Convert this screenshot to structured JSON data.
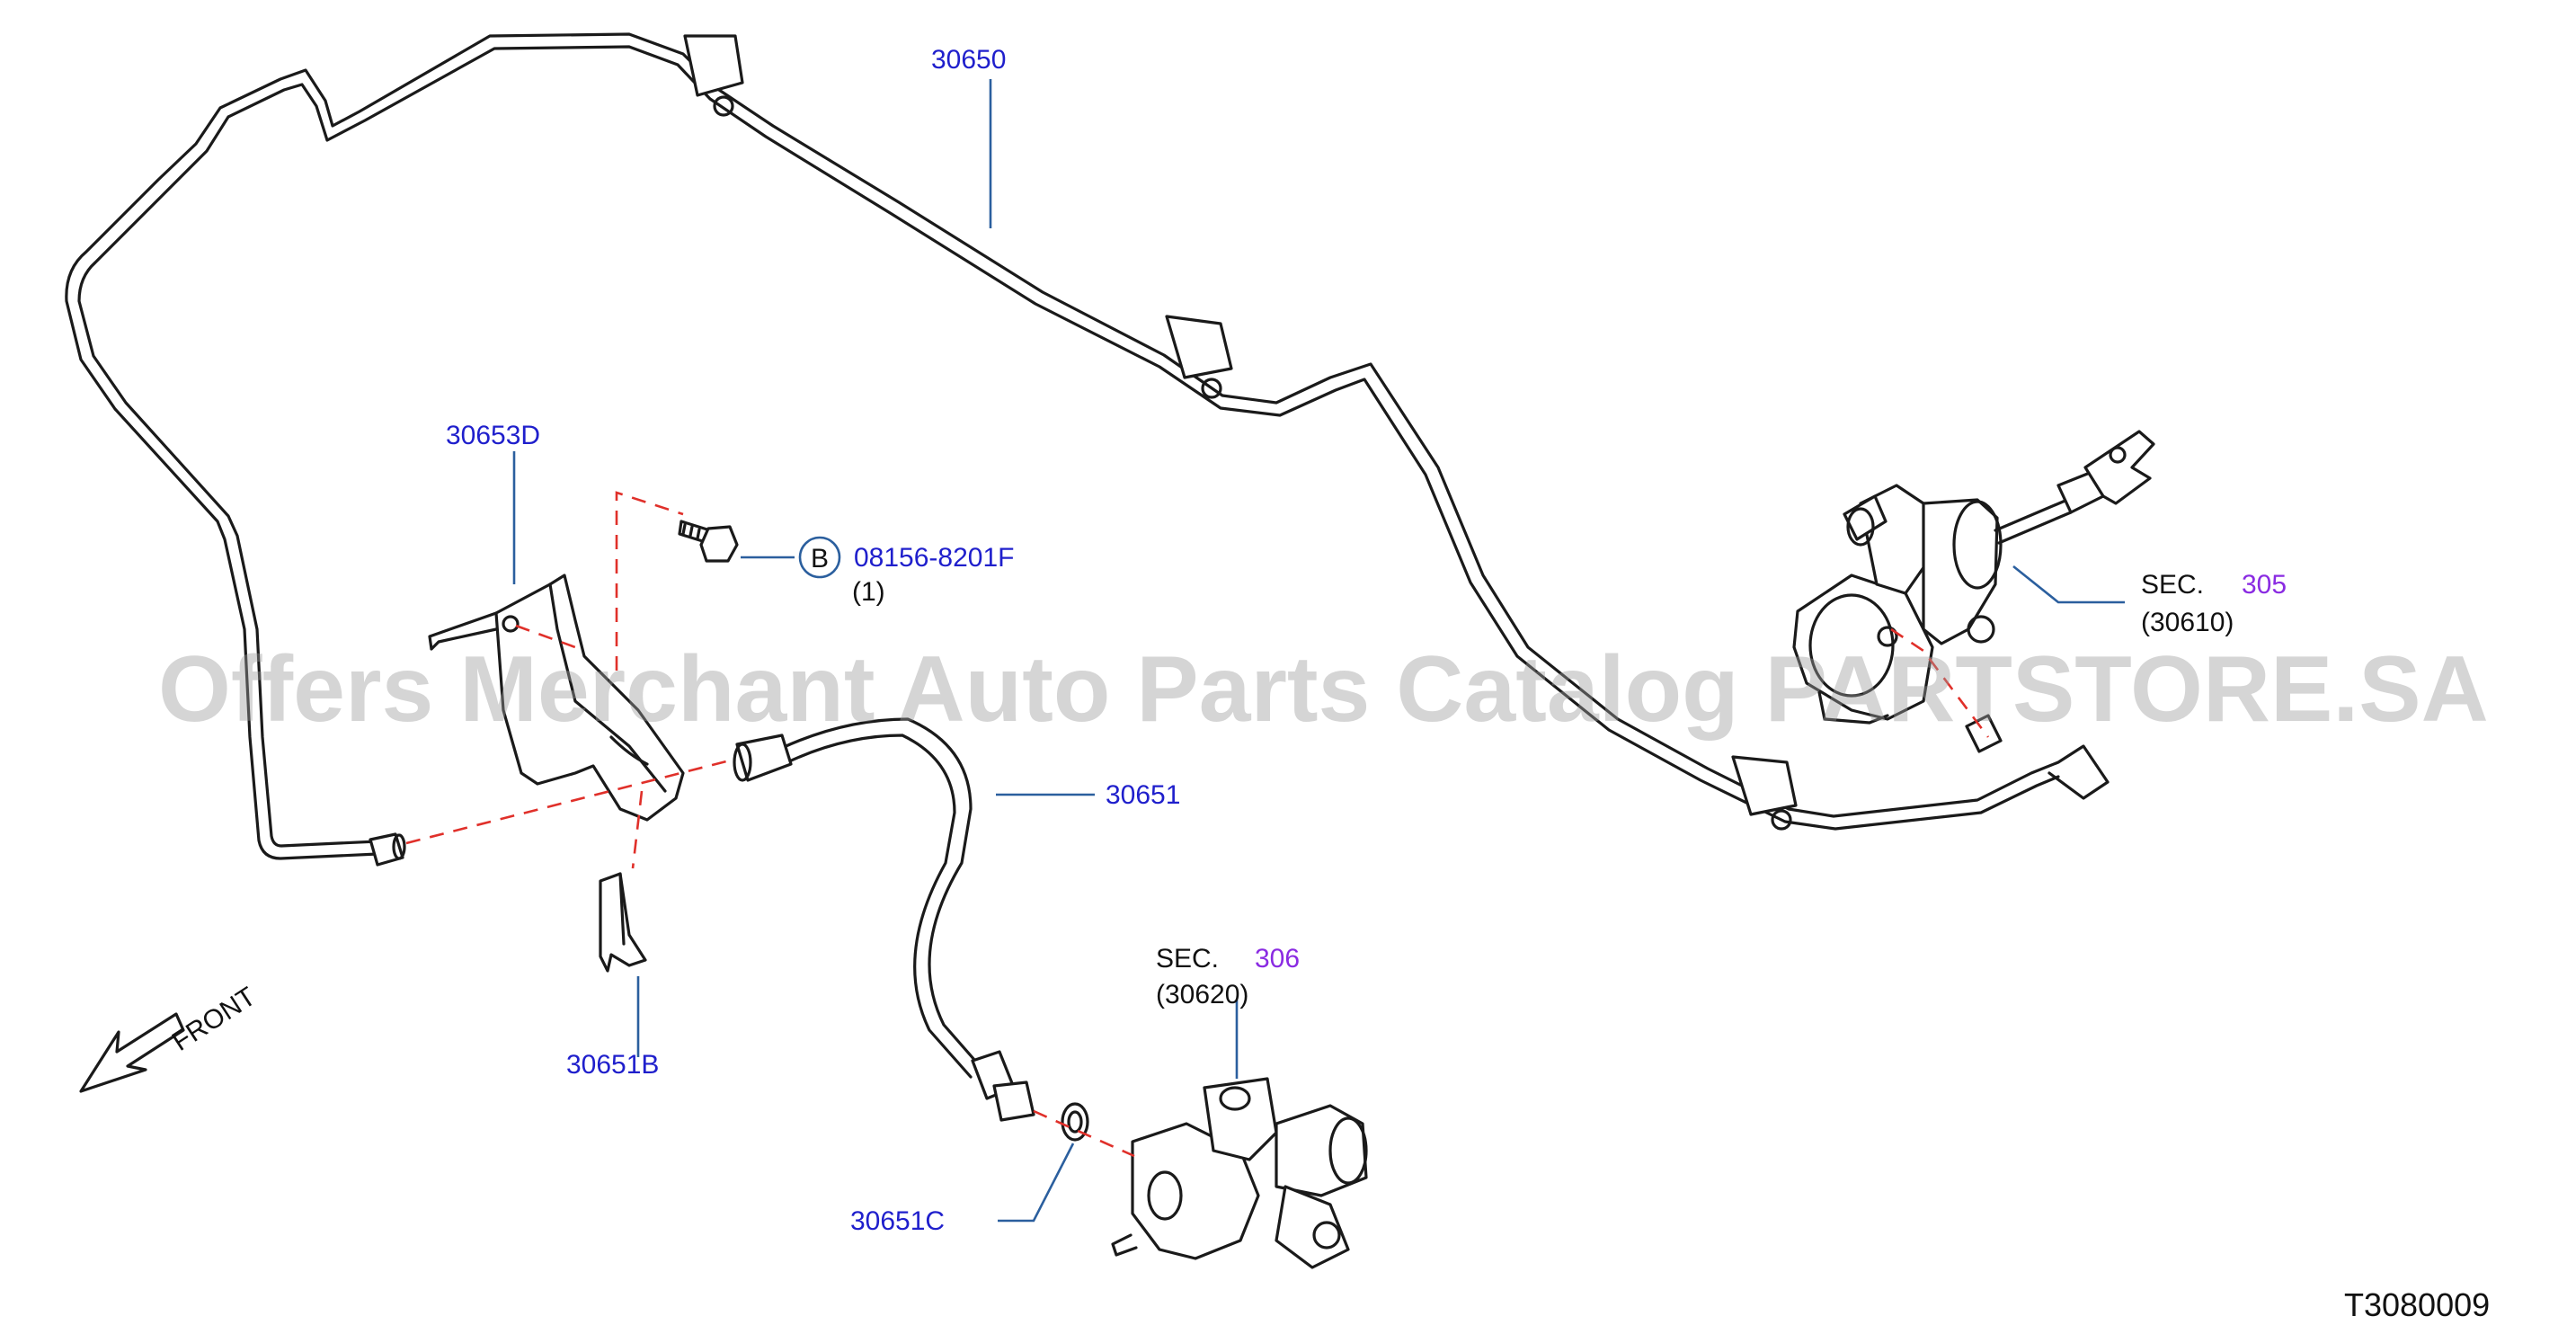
{
  "parts": {
    "tube": "30650",
    "bracket": "30653D",
    "bolt": "08156-8201F",
    "bolt_qty": "(1)",
    "bolt_marker": "B",
    "hose": "30651",
    "clip": "30651B",
    "washer": "30651C"
  },
  "refs": {
    "master": {
      "sec_label": "SEC.",
      "sec_num": "305",
      "part": "(30610)"
    },
    "operating": {
      "sec_label": "SEC.",
      "sec_num": "306",
      "part": "(30620)"
    }
  },
  "front_label": "FRONT",
  "watermark": "Offers Merchant Auto Parts Catalog PARTSTORE.SA",
  "diagram_id": "T3080009",
  "colors": {
    "part_number": "#1f1fcc",
    "section_number": "#8a2be2",
    "leader_line": "#2b5f9e",
    "dashed_guide": "#e0302a"
  }
}
